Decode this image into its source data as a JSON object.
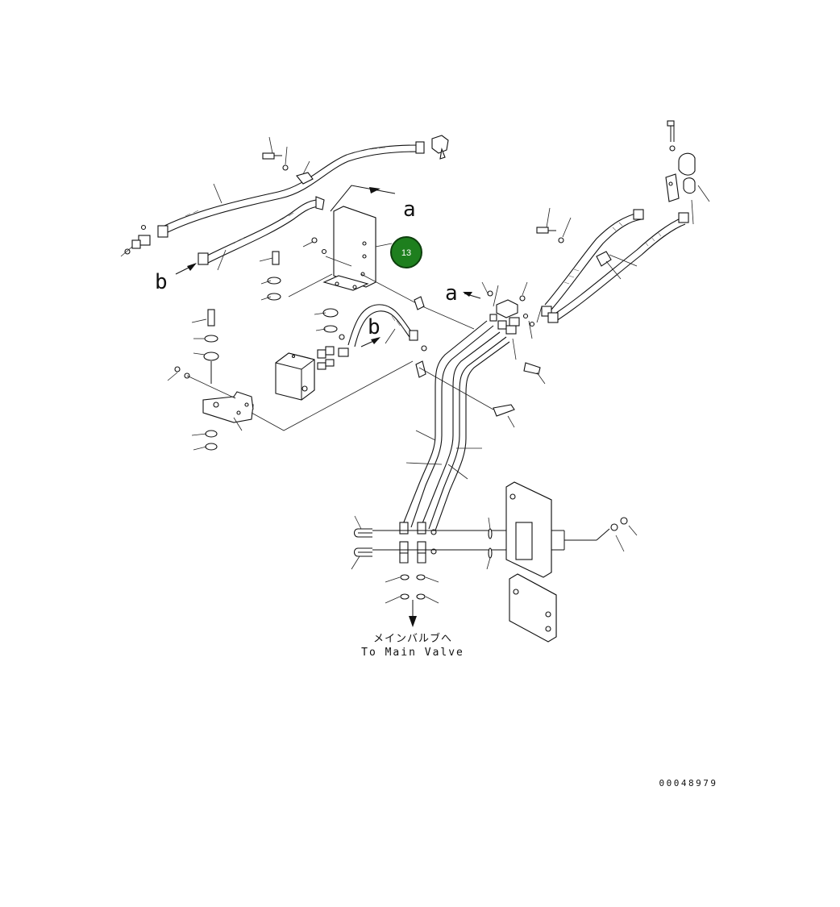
{
  "diagram": {
    "view_labels": {
      "a": "a",
      "b": "b"
    },
    "callout": {
      "number": "13",
      "color": "#1e7f1e"
    },
    "destination": {
      "japanese": "メインバルブへ",
      "english": "To Main Valve"
    },
    "drawing_number": "00048979"
  }
}
